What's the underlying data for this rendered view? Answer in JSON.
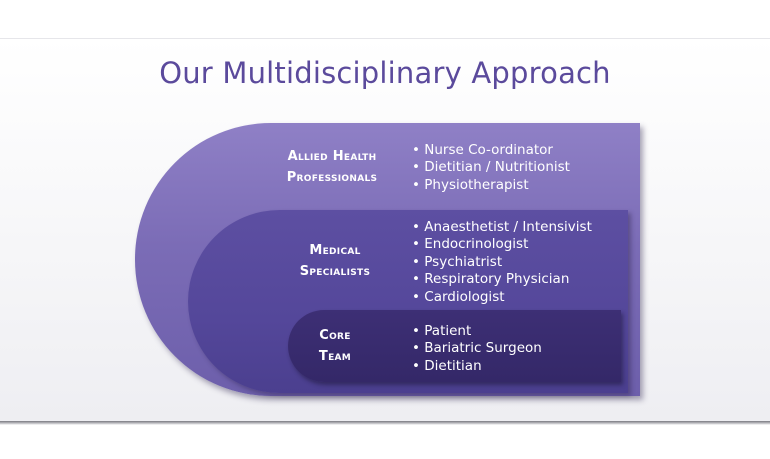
{
  "title": "Our Multidisciplinary Approach",
  "tiers": {
    "allied": {
      "label_line1": "Allied Health",
      "label_line2": "Professionals",
      "items": [
        "Nurse Co-ordinator",
        "Dietitian / Nutritionist",
        "Physiotherapist"
      ]
    },
    "medical": {
      "label_line1": "Medical",
      "label_line2": "Specialists",
      "items": [
        "Anaesthetist / Intensivist",
        "Endocrinologist",
        "Psychiatrist",
        "Respiratory Physician",
        "Cardiologist"
      ]
    },
    "core": {
      "label_line1": "Core",
      "label_line2": "Team",
      "items": [
        "Patient",
        "Bariatric Surgeon",
        "Dietitian"
      ]
    }
  },
  "colors": {
    "title": "#5b4a9c",
    "outer_layer": "#7b6cb6",
    "middle_layer": "#54479a",
    "inner_layer": "#372a6b"
  }
}
